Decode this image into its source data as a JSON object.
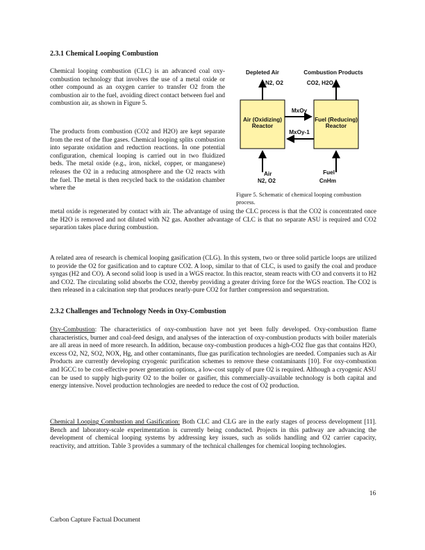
{
  "section_clc": {
    "heading": "2.3.1 Chemical Looping Combustion",
    "p1": "Chemical looping combustion (CLC) is an advanced coal oxy-combustion technology that involves the use of a metal oxide or other compound as an oxygen carrier to transfer O2 from the combustion air to the fuel, avoiding direct contact between fuel and combustion air, as shown in Figure 5.",
    "p2": "The products from combustion (CO2 and H2O) are kept separate from the rest of the flue gases. Chemical looping splits combustion into separate oxidation and reduction reactions. In one potential configuration, chemical looping is carried out in two fluidized beds. The metal oxide (e.g., iron, nickel, copper, or manganese) releases the O2 in a reducing atmosphere and the O2 reacts with the fuel. The metal is then recycled back to the oxidation chamber where the",
    "p2_cont": "metal oxide is regenerated by contact with air. The advantage of using the CLC process is that the CO2 is concentrated once the H2O is removed and not diluted with N2 gas. Another advantage of CLC is that no separate ASU is required and CO2 separation takes place during combustion.",
    "p3": "A related area of research is chemical looping gasification (CLG). In this system, two or three solid particle loops are utilized to provide the O2 for gasification and to capture CO2. A loop, similar to that of CLC, is used to gasify the coal and produce syngas (H2 and CO). A second solid loop is used in a WGS reactor. In this reactor, steam reacts with CO and converts it to H2 and CO2. The circulating solid absorbs the CO2, thereby providing a greater driving force for the WGS reaction. The CO2 is then released in a calcination step that produces nearly-pure CO2 for further compression and sequestration."
  },
  "section_challenges": {
    "heading": "2.3.2 Challenges and Technology Needs in Oxy-Combustion",
    "p4_lead": "Oxy-Combustion",
    "p4": ": The characteristics of oxy-combustion have not yet been fully developed. Oxy-combustion flame characteristics, burner and coal-feed design, and analyses of the interaction of oxy-combustion products with boiler materials are all areas in need of more research. In addition, because oxy-combustion produces a high-CO2 flue gas that contains H2O, excess O2, N2, SO2, NOX, Hg, and other contaminants, flue gas purification technologies are needed. Companies such as Air Products are currently developing cryogenic purification schemes to remove these contaminants [10]. For oxy-combustion and IGCC to be cost-effective power generation options, a low-cost supply of pure O2 is required. Although a cryogenic ASU can be used to supply high-purity O2 to the boiler or gasifier, this commercially-available technology is both capital and energy intensive. Novel production technologies are needed to reduce the cost of O2 production.",
    "p5_lead": "Chemical Looping Combustion and Gasification:",
    "p5": " Both CLC and CLG are in the early stages of process development [11]. Bench and laboratory-scale experimentation is currently being conducted. Projects in this pathway are advancing the development of chemical looping systems by addressing key issues, such as solids handling and O2 carrier capacity, reactivity, and attrition. Table 3 provides a summary of the technical challenges for chemical looping technologies."
  },
  "figure": {
    "depleted_air": "Depleted Air",
    "depleted_air_gases": "N2, O2",
    "combustion_products": "Combustion Products",
    "combustion_products_gases": "CO2, H2O",
    "air_reactor": "Air (Oxidizing) Reactor",
    "fuel_reactor": "Fuel (Reducing) Reactor",
    "mxoy": "MxOy",
    "mxoy1": "MxOy-1",
    "air_in": "Air",
    "air_in_gases": "N2, O2",
    "fuel_in": "Fuel",
    "fuel_in_formula": "CnHm",
    "caption": "Figure 5. Schematic of chemical looping combustion process.",
    "reactor_fill": "#fff3a8"
  },
  "footer": {
    "doc_title": "Carbon Capture Factual Document",
    "page_number": "16"
  }
}
